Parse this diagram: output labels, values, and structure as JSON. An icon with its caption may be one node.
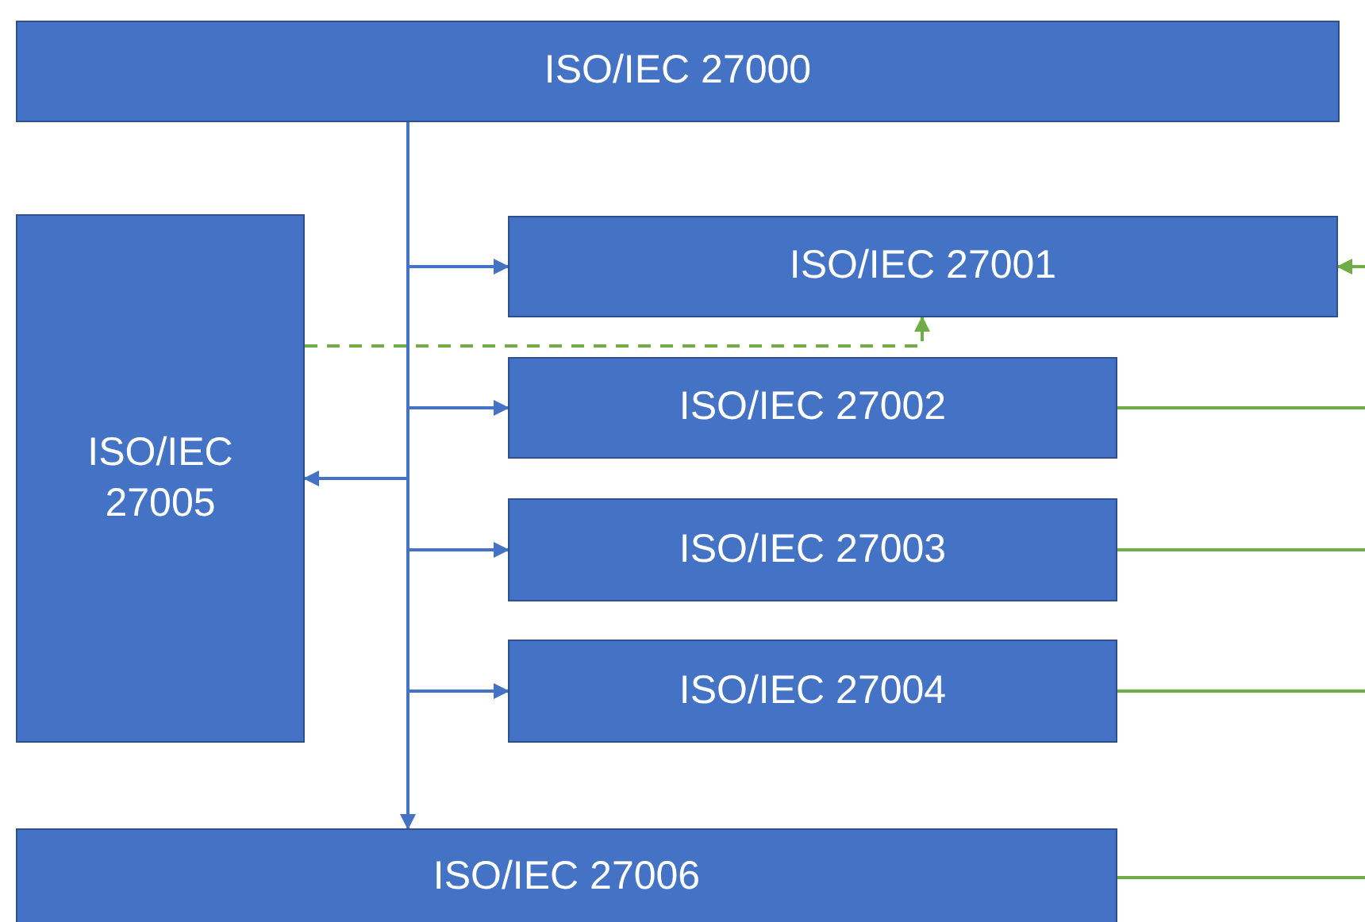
{
  "diagram": {
    "nodes": [
      {
        "text": [
          "ISO/IEC 27000"
        ]
      },
      {
        "text": [
          "ISO/IEC 27005"
        ]
      },
      {
        "text": [
          "ISO/IEC 27001"
        ]
      },
      {
        "text": [
          "ISO/IEC 27002"
        ]
      },
      {
        "text": [
          "ISO/IEC 27003"
        ]
      },
      {
        "text": [
          "ISO/IEC 27004"
        ]
      },
      {
        "text": [
          "ISO/IEC 27006"
        ]
      }
    ],
    "edges": [
      {
        "from": 0,
        "to": 2,
        "arrow": "to"
      },
      {
        "from": 0,
        "to": 3,
        "arrow": "to"
      },
      {
        "from": 0,
        "to": 1,
        "arrow": "to"
      },
      {
        "from": 0,
        "to": 4,
        "arrow": "to"
      },
      {
        "from": 0,
        "to": 5,
        "arrow": "to"
      },
      {
        "from": 0,
        "to": 6,
        "arrow": "to"
      },
      {
        "from": 1,
        "to": 2,
        "arrow": "to",
        "style": "dashed",
        "color": "#70ad47"
      },
      {
        "from": null,
        "to": 2,
        "arrow": "to",
        "color": "#70ad47"
      },
      {
        "from": 3,
        "to": null,
        "arrow": "none",
        "color": "#70ad47"
      },
      {
        "from": 4,
        "to": null,
        "arrow": "none",
        "color": "#70ad47"
      },
      {
        "from": 5,
        "to": null,
        "arrow": "none",
        "color": "#70ad47"
      },
      {
        "from": 6,
        "to": null,
        "arrow": "none",
        "color": "#70ad47"
      }
    ]
  }
}
